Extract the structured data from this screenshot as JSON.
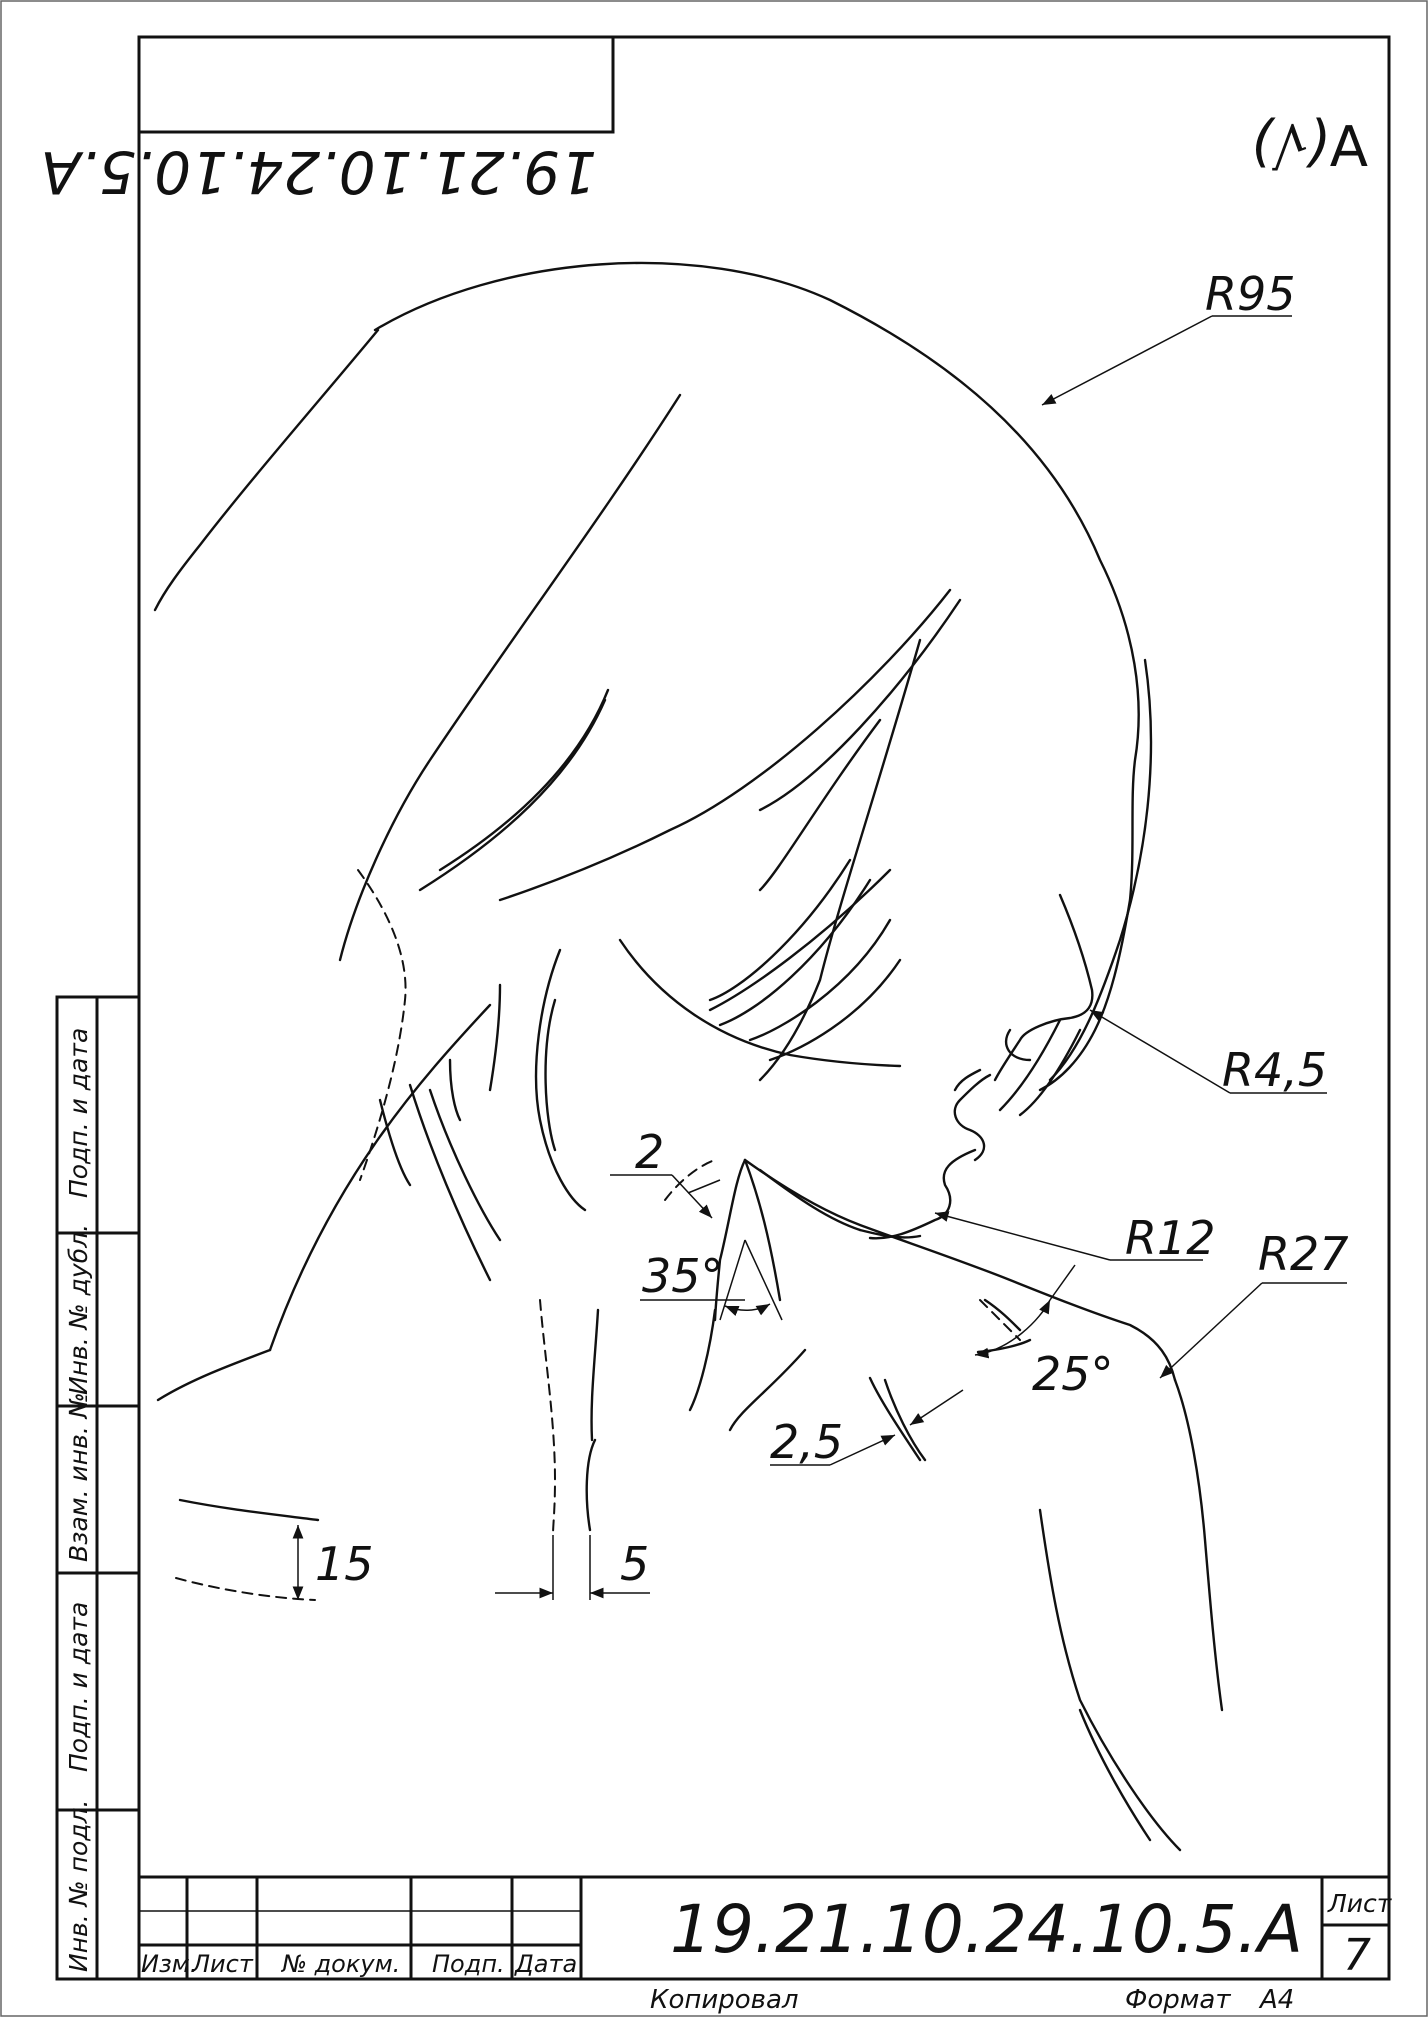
{
  "sheet": {
    "designation": "19.21.10.24.10.5.A",
    "designation_mirrored": "19.21.10.24.10.5.A",
    "sheet_label": "Лист",
    "sheet_number": "7",
    "copied_label": "Копировал",
    "format_label": "Формат",
    "format_value": "A4",
    "roughness_symbol": "∀(√)"
  },
  "title_block": {
    "col_izm": "Изм.",
    "col_list": "Лист",
    "col_doc": "№ докум.",
    "col_podp": "Подп.",
    "col_data": "Дата"
  },
  "side_strip": {
    "podp_data_top": "Подп. и дата",
    "inv_dubl": "Инв. № дубл.",
    "vzam_inv": "Взам. инв. №",
    "podp_data_bottom": "Подп. и дата",
    "inv_podl": "Инв. № подл."
  },
  "dimensions": {
    "r95": "R95",
    "r4_5": "R4,5",
    "r12": "R12",
    "r27": "R27",
    "d2": "2",
    "a35": "35°",
    "a25": "25°",
    "d2_5": "2,5",
    "d15": "15",
    "d5": "5"
  }
}
